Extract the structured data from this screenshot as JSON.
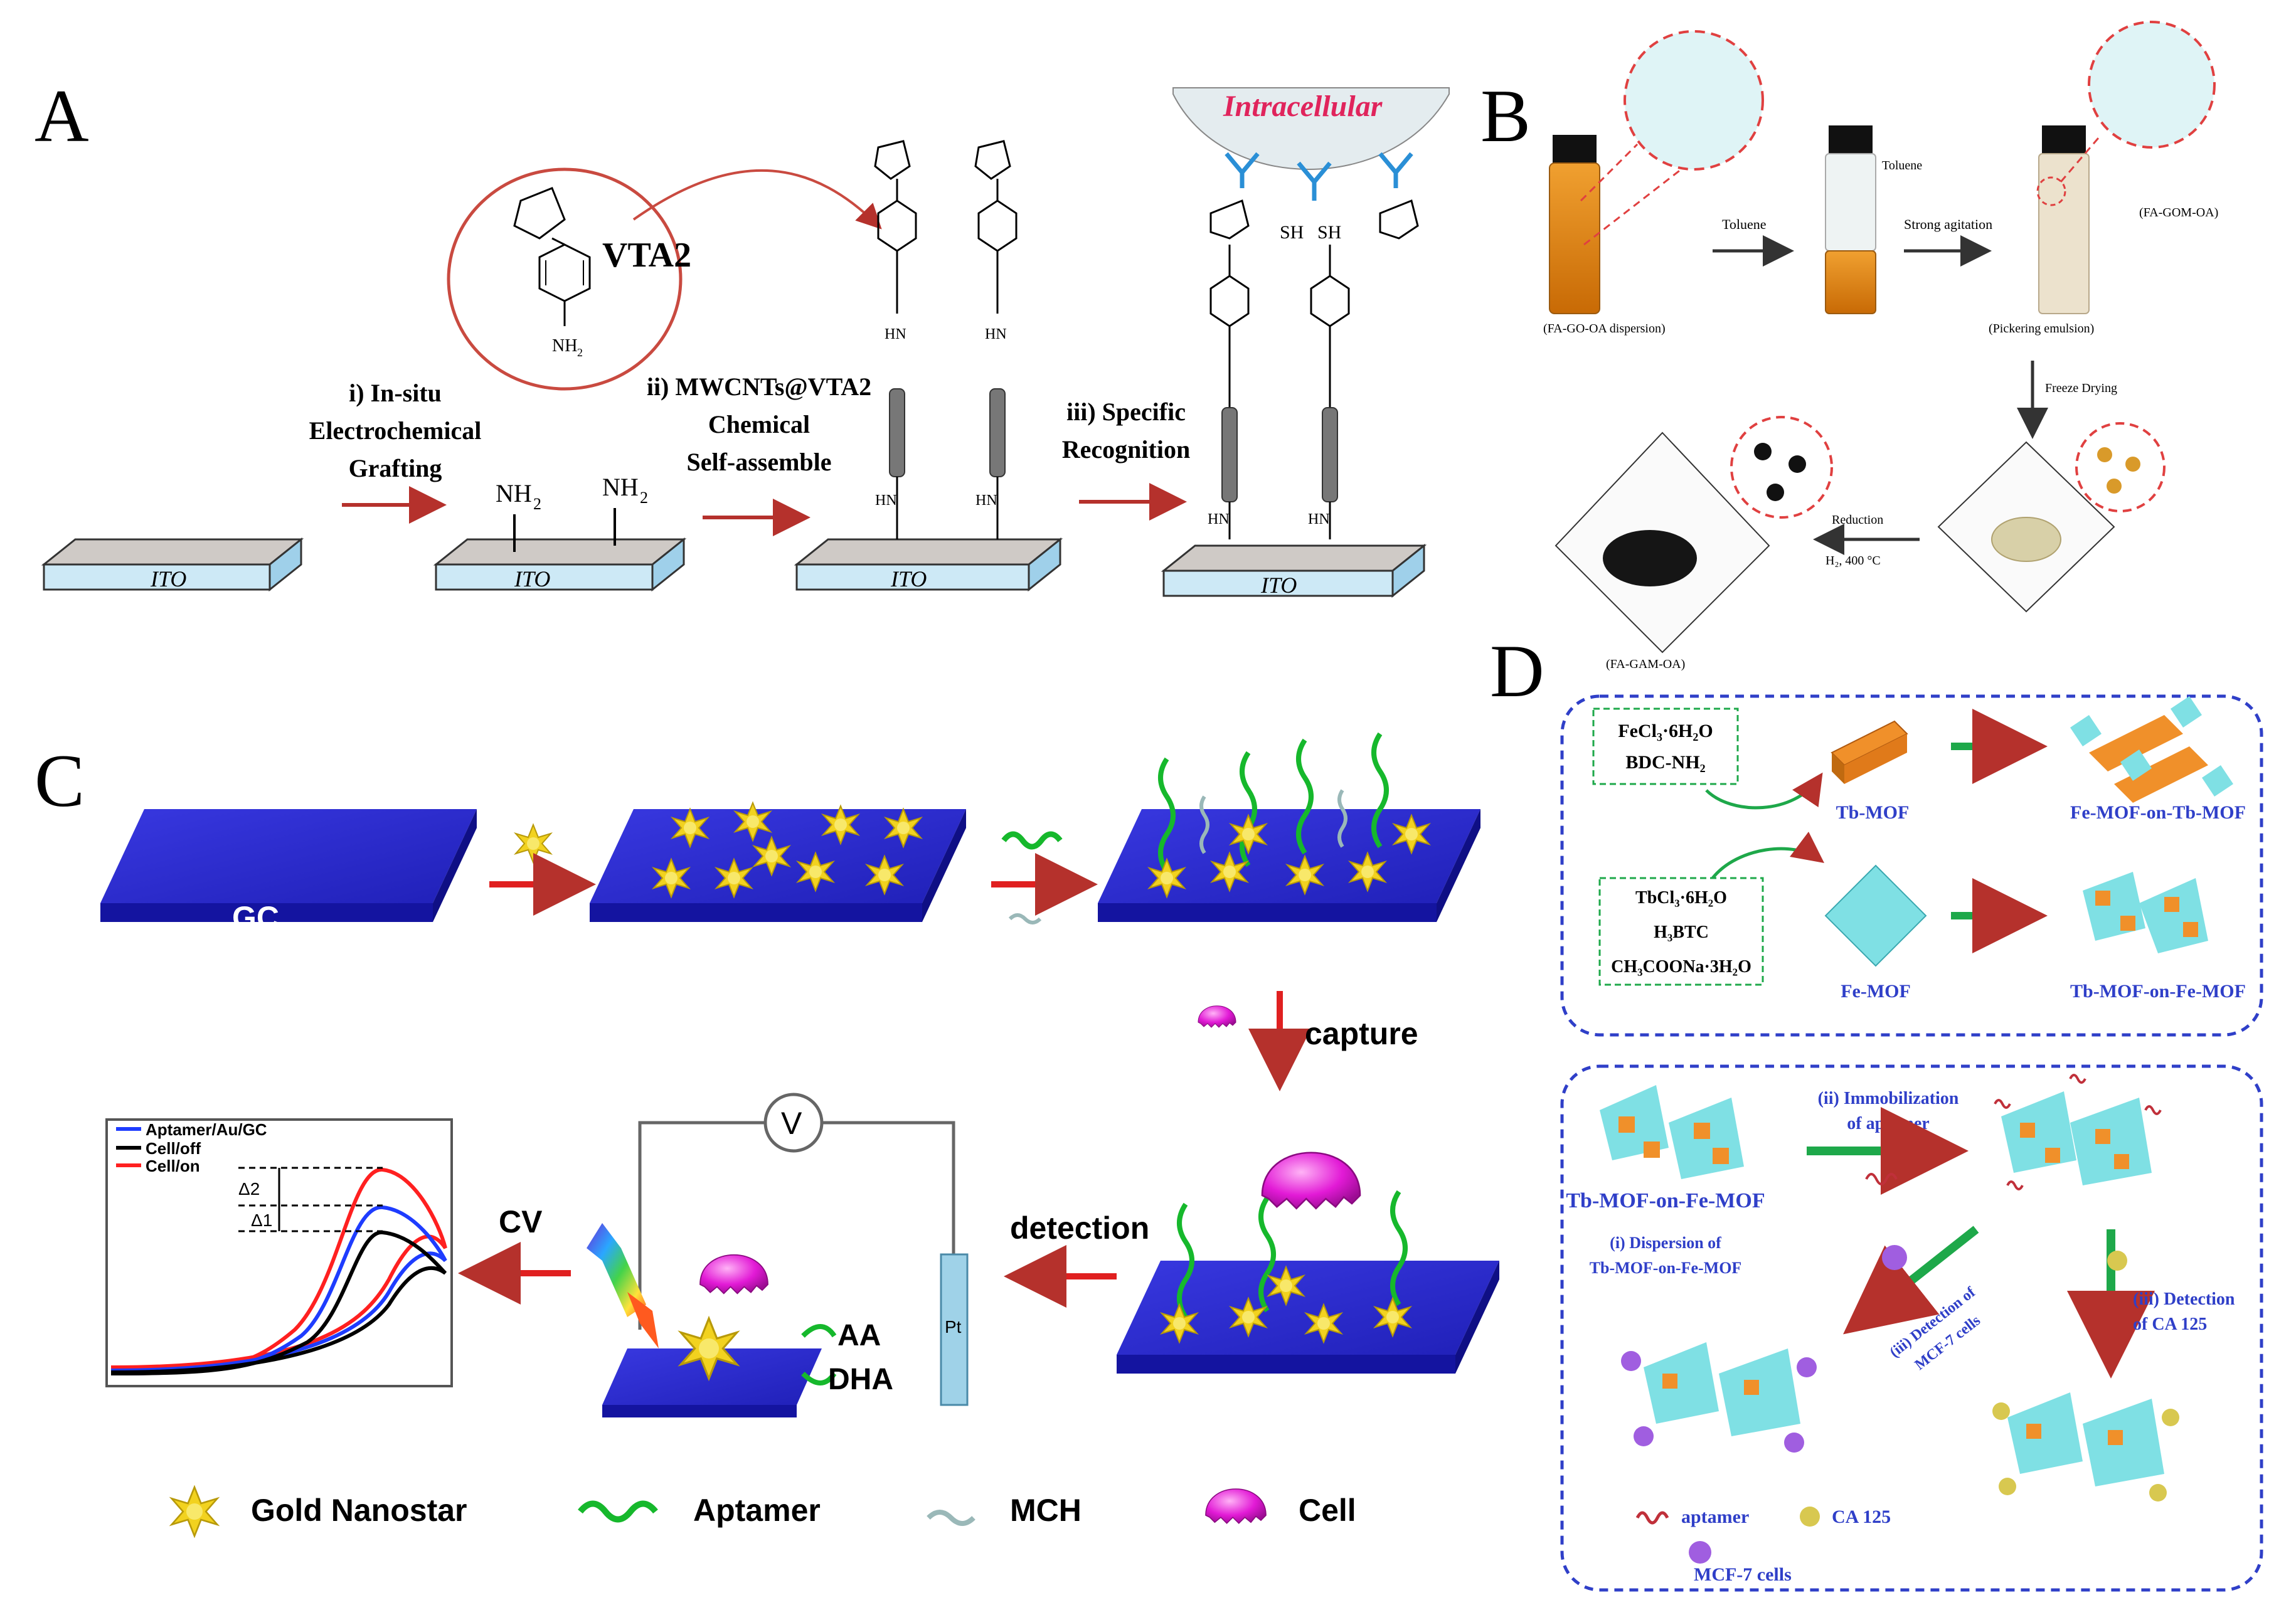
{
  "panels": {
    "a": {
      "letter": "A",
      "vta2": "VTA2",
      "intracellular": "Intracellular",
      "step1": [
        "i) In-situ",
        "Electrochemical",
        "Grafting"
      ],
      "step2": [
        "ii) MWCNTs@VTA2",
        "Chemical",
        "Self-assemble"
      ],
      "step3": [
        "iii) Specific",
        "Recognition"
      ],
      "ito": "ITO",
      "nh2": "NH",
      "sh": "SH",
      "hn": "HN"
    },
    "b": {
      "letter": "B",
      "toluene": "Toluene",
      "toluene_label": "Toluene",
      "strong_agitation": "Strong agitation",
      "fa_gom_oa": "(FA-GOM-OA)",
      "fa_go_oa": "(FA-GO-OA dispersion)",
      "pickering": "(Pickering emulsion)",
      "freeze_drying": "Freeze Drying",
      "reduction": "Reduction",
      "h2": "H₂, 400 °C",
      "fa_gam_oa": "(FA-GAM-OA)"
    },
    "c": {
      "letter": "C",
      "gc": "GC",
      "capture": "capture",
      "detection": "detection",
      "cv": "CV",
      "v": "V",
      "pt": "Pt",
      "aa": "AA",
      "dha": "DHA",
      "legend_curves": [
        "Aptamer/Au/GC",
        "Cell/off",
        "Cell/on"
      ],
      "delta2": "Δ2",
      "delta1": "Δ1",
      "legend": [
        "Gold Nanostar",
        "Aptamer",
        "MCH",
        "Cell"
      ]
    },
    "d": {
      "letter": "D",
      "reagents1": [
        "FeCl₃·6H₂O",
        "BDC-NH₂"
      ],
      "reagents2": [
        "TbCl₃·6H₂O",
        "H₃BTC",
        "CH₃COONa·3H₂O"
      ],
      "tb_mof": "Tb-MOF",
      "fe_mof": "Fe-MOF",
      "fe_on_tb": "Fe-MOF-on-Tb-MOF",
      "tb_on_fe": "Tb-MOF-on-Fe-MOF",
      "tb_on_fe_2": "Tb-MOF-on-Fe-MOF",
      "immob": [
        "(ii) Immobilization",
        "of aptamer"
      ],
      "dispersion": [
        "(i) Dispersion of",
        "Tb-MOF-on-Fe-MOF"
      ],
      "det_mcf": [
        "(iii) Detection of",
        "MCF-7 cells"
      ],
      "det_ca": [
        "(iii) Detection",
        "of CA 125"
      ],
      "legend_aptamer": "aptamer",
      "legend_ca": "CA 125",
      "legend_mcf": "MCF-7 cells"
    }
  },
  "colors": {
    "red_arrow": "#b5312c",
    "blue_plate": "#2a2acf",
    "green_arrow": "#1ea84a",
    "gold": "#f2d21f",
    "magenta": "#e21ad6",
    "cyan": "#7fe0e4",
    "orange": "#f0902a",
    "dashed_blue": "#2f3fc8"
  }
}
